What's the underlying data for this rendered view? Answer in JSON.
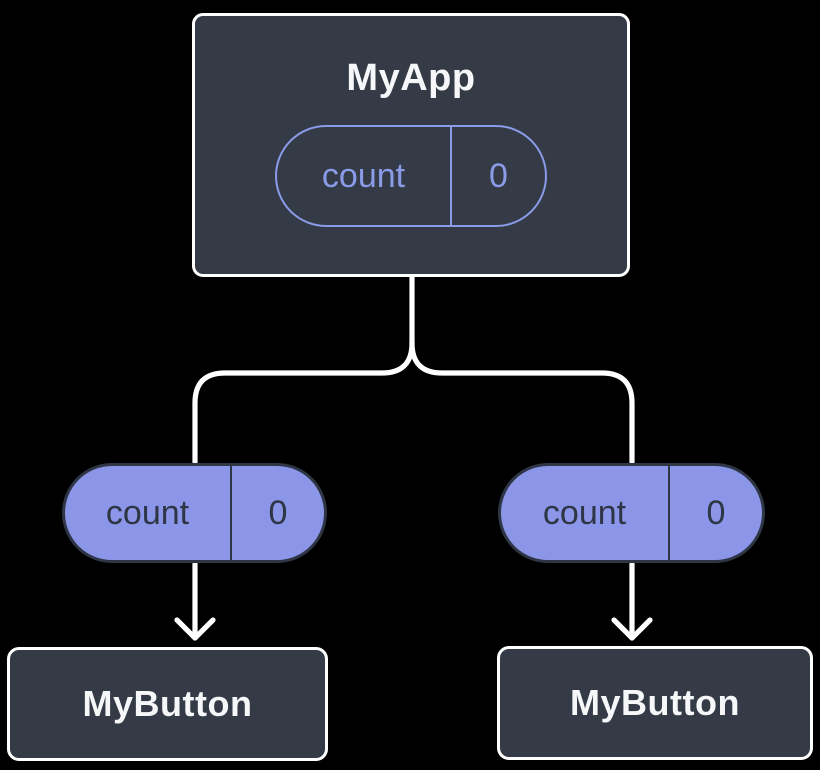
{
  "diagram": {
    "root": {
      "title": "MyApp",
      "state": {
        "label": "count",
        "value": "0"
      }
    },
    "children": [
      {
        "title": "MyButton",
        "prop": {
          "label": "count",
          "value": "0"
        }
      },
      {
        "title": "MyButton",
        "prop": {
          "label": "count",
          "value": "0"
        }
      }
    ]
  },
  "colors": {
    "background": "#000000",
    "card_fill": "#343a46",
    "card_border": "#ffffff",
    "card_text": "#f6f7f9",
    "pill_fill": "#8b96e8",
    "pill_outline": "#8a9be8",
    "pill_text_dark": "#2e3544",
    "connector": "#ffffff"
  }
}
